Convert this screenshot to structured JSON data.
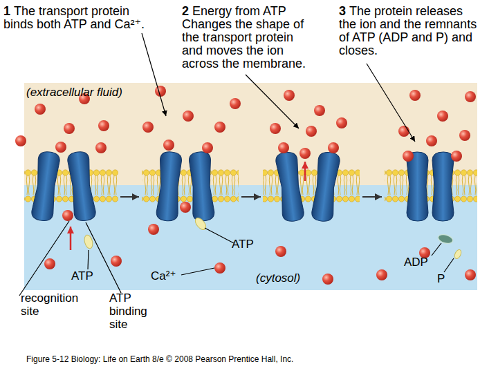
{
  "diagram": {
    "caption": "Figure 5-12 Biology: Life on Earth 8/e © 2008 Pearson Prentice Hall, Inc.",
    "labels": [
      "1",
      "The transport protein binds both ATP and Ca²⁺.",
      "2",
      "Energy from ATP Changes the shape of the transport protein and moves the ion across the membrane.",
      "3",
      "The protein releases the ion and the remnants of ATP (ADP and P) and closes.",
      "(extracellular fluid)",
      "ATP",
      "ATP",
      "Ca²⁺",
      "(cytosol)",
      "ADP",
      "P",
      "recognition site",
      "ATP binding site"
    ]
  }
}
